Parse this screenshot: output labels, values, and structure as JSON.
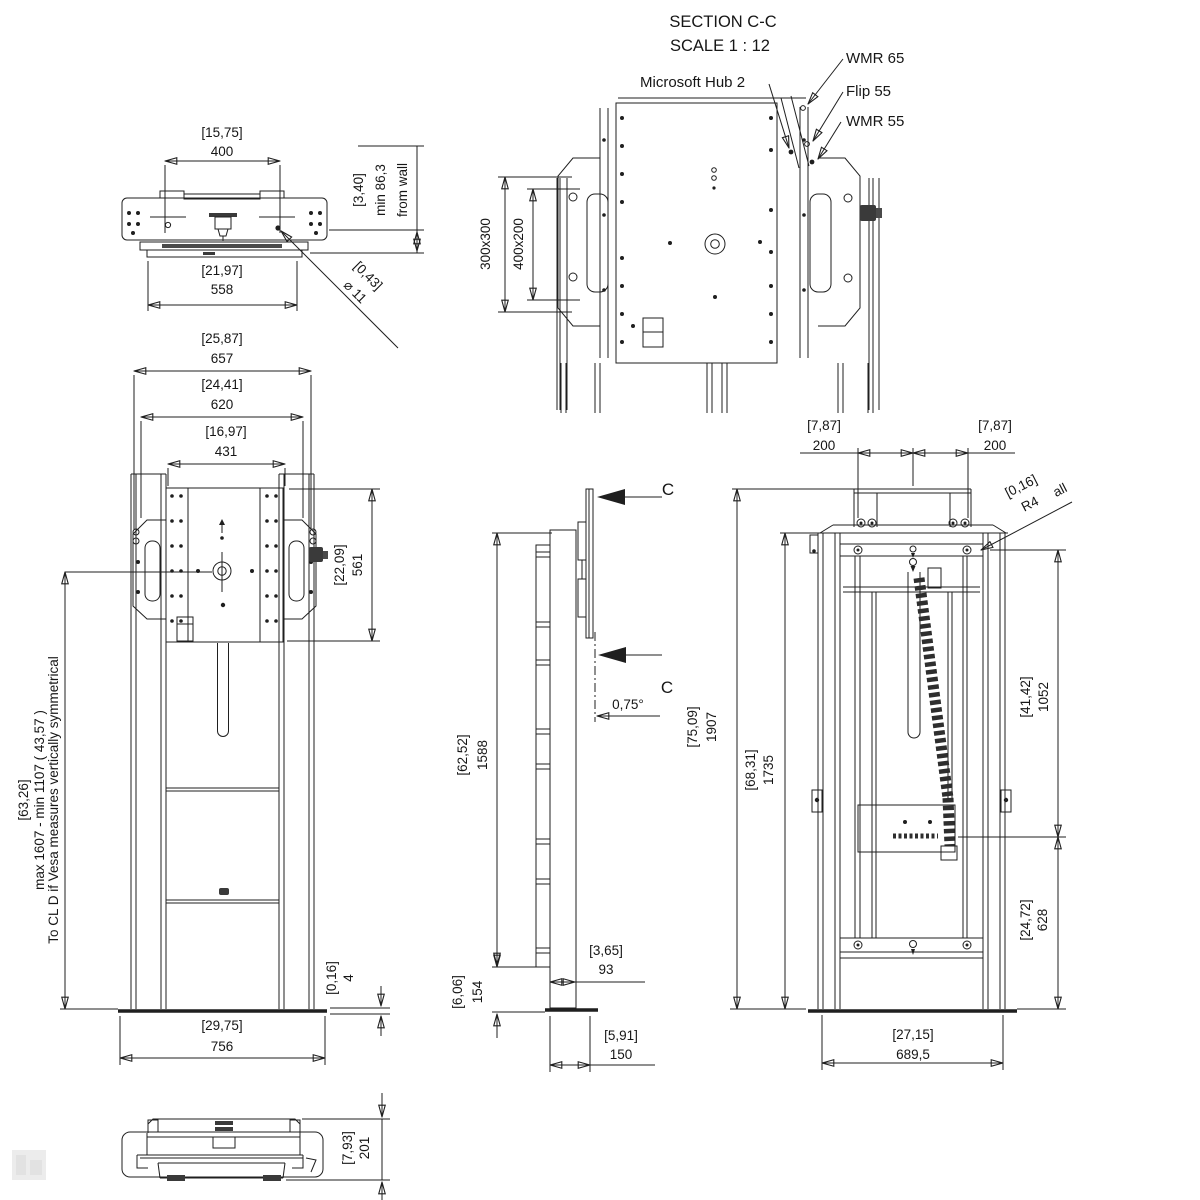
{
  "section_view": {
    "title": "SECTION C-C",
    "scale": "SCALE 1 : 12",
    "callout_hub": "Microsoft Hub 2",
    "callout_wmr65": "WMR 65",
    "callout_flip55": "Flip 55",
    "callout_wmr55": "WMR 55",
    "vesa_outer": "300x300",
    "vesa_inner": "400x200"
  },
  "top_view": {
    "width_top_in": "[15,75]",
    "width_top_mm": "400",
    "width_bottom_in": "[21,97]",
    "width_bottom_mm": "558",
    "wall_in": "[3,40]",
    "wall_mm": "min  86,3",
    "wall_note": "from wall",
    "hole_in": "[0,43]",
    "hole_dia": "⌀ 11"
  },
  "front_view": {
    "w657_in": "[25,87]",
    "w657_mm": "657",
    "w620_in": "[24,41]",
    "w620_mm": "620",
    "w431_in": "[16,97]",
    "w431_mm": "431",
    "plate_in": "[22,09]",
    "plate_mm": "561",
    "range_in": "[63,26]",
    "range_mm": "max  1607   - min 1107 ( 43,57 )",
    "range_note": "To CL D if Vesa measures vertically symmetrical",
    "baset_in": "[0,16]",
    "baset_mm": "4",
    "base_in": "[29,75]",
    "base_mm": "756"
  },
  "side_view": {
    "cut_label_top": "C",
    "cut_label_bottom": "C",
    "tilt": "0,75°",
    "h1588_in": "[62,52]",
    "h1588_mm": "1588",
    "h154_in": "[6,06]",
    "h154_mm": "154",
    "d93_in": "[3,65]",
    "d93_mm": "93",
    "d150_in": "[5,91]",
    "d150_mm": "150"
  },
  "rear_view": {
    "off_l_in": "[7,87]",
    "off_l_mm": "200",
    "off_r_in": "[7,87]",
    "off_r_mm": "200",
    "r4_in": "[0,16]",
    "r4_mm": "R4",
    "r4_note": "all",
    "h1907_in": "[75,09]",
    "h1907_mm": "1907",
    "h1735_in": "[68,31]",
    "h1735_mm": "1735",
    "h1052_in": "[41,42]",
    "h1052_mm": "1052",
    "h628_in": "[24,72]",
    "h628_mm": "628",
    "base_in": "[27,15]",
    "base_mm": "689,5"
  },
  "bottom_view": {
    "d201_in": "[7,93]",
    "d201_mm": "201"
  }
}
